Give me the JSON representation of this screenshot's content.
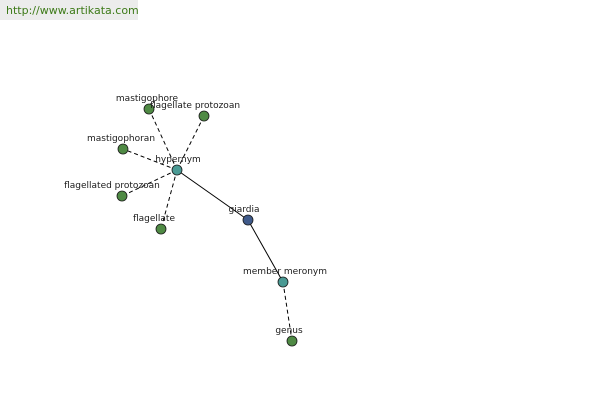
{
  "site": {
    "url": "http://www.artikata.com"
  },
  "colors": {
    "center": "#3f5a8a",
    "relation": "#4a9a94",
    "leaf": "#4f8a44",
    "edge": "#000000"
  },
  "nodes": [
    {
      "id": "giardia",
      "label": "giardia",
      "kind": "center"
    },
    {
      "id": "hypernym",
      "label": "hypernym",
      "kind": "relation"
    },
    {
      "id": "member-meronym",
      "label": "member meronym",
      "kind": "relation"
    },
    {
      "id": "mastigophore",
      "label": "mastigophore",
      "kind": "leaf"
    },
    {
      "id": "flagellate-protozoan",
      "label": "flagellate protozoan",
      "kind": "leaf"
    },
    {
      "id": "mastigophoran",
      "label": "mastigophoran",
      "kind": "leaf"
    },
    {
      "id": "flagellated-protozoan",
      "label": "flagellated protozoan",
      "kind": "leaf"
    },
    {
      "id": "flagellate",
      "label": "flagellate",
      "kind": "leaf"
    },
    {
      "id": "genus",
      "label": "genus",
      "kind": "leaf"
    }
  ],
  "edges": [
    {
      "from": "giardia",
      "to": "hypernym",
      "style": "solid"
    },
    {
      "from": "giardia",
      "to": "member-meronym",
      "style": "solid"
    },
    {
      "from": "hypernym",
      "to": "mastigophore",
      "style": "dashed"
    },
    {
      "from": "hypernym",
      "to": "flagellate-protozoan",
      "style": "dashed"
    },
    {
      "from": "hypernym",
      "to": "mastigophoran",
      "style": "dashed"
    },
    {
      "from": "hypernym",
      "to": "flagellated-protozoan",
      "style": "dashed"
    },
    {
      "from": "hypernym",
      "to": "flagellate",
      "style": "dashed"
    },
    {
      "from": "member-meronym",
      "to": "genus",
      "style": "dashed"
    }
  ]
}
